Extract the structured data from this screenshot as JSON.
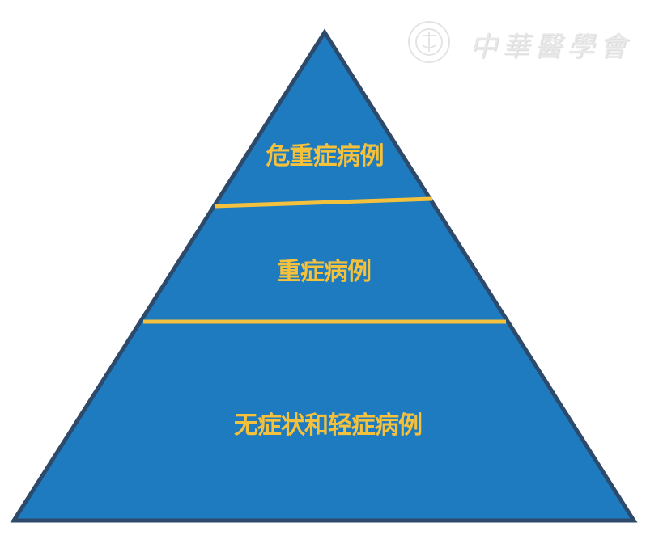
{
  "watermark": {
    "text": "中華醫學會",
    "emblem": "chinese-medical-association-emblem"
  },
  "pyramid": {
    "levels": [
      {
        "label": "危重症病例"
      },
      {
        "label": "重症病例"
      },
      {
        "label": "无症状和轻症病例"
      }
    ]
  },
  "colors": {
    "fill": "#1e7bbf",
    "outline": "#2d4a6b",
    "divider": "#f4c13d",
    "text": "#f4c13d"
  }
}
